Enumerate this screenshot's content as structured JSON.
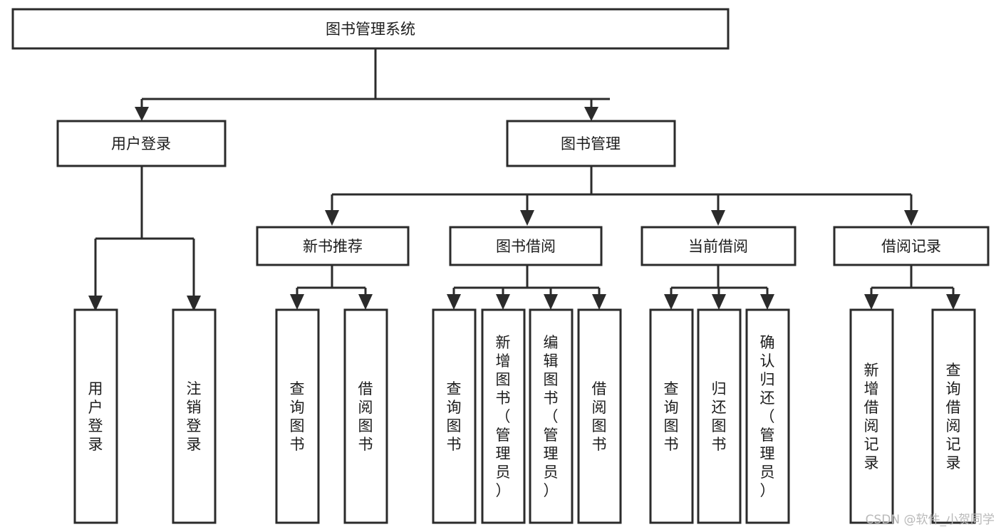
{
  "diagram": {
    "title": "图书管理系统",
    "type": "tree",
    "orientation": "top-down",
    "root": {
      "id": "root",
      "label": "图书管理系统",
      "level": 0,
      "text_direction": "horizontal"
    },
    "nodes": [
      {
        "id": "user-login",
        "label": "用户登录",
        "level": 1,
        "parent": "root",
        "text_direction": "horizontal",
        "children": [
          "user-login-leaf",
          "user-logout-leaf"
        ]
      },
      {
        "id": "book-manage",
        "label": "图书管理",
        "level": 1,
        "parent": "root",
        "text_direction": "horizontal",
        "children": [
          "new-book-rec",
          "book-borrow",
          "current-borrow",
          "borrow-record"
        ]
      },
      {
        "id": "new-book-rec",
        "label": "新书推荐",
        "level": 2,
        "parent": "book-manage",
        "text_direction": "horizontal",
        "children": [
          "nbr-query-book",
          "nbr-borrow-book"
        ]
      },
      {
        "id": "book-borrow",
        "label": "图书借阅",
        "level": 2,
        "parent": "book-manage",
        "text_direction": "horizontal",
        "children": [
          "bb-query-book",
          "bb-add-book",
          "bb-edit-book",
          "bb-borrow-book"
        ]
      },
      {
        "id": "current-borrow",
        "label": "当前借阅",
        "level": 2,
        "parent": "book-manage",
        "text_direction": "horizontal",
        "children": [
          "cb-query-book",
          "cb-return-book",
          "cb-confirm-return"
        ]
      },
      {
        "id": "borrow-record",
        "label": "借阅记录",
        "level": 2,
        "parent": "book-manage",
        "text_direction": "horizontal",
        "children": [
          "br-add-record",
          "br-query-record"
        ]
      },
      {
        "id": "user-login-leaf",
        "label": "用户登录",
        "level": 2,
        "parent": "user-login",
        "text_direction": "vertical"
      },
      {
        "id": "user-logout-leaf",
        "label": "注销登录",
        "level": 2,
        "parent": "user-login",
        "text_direction": "vertical"
      },
      {
        "id": "nbr-query-book",
        "label": "查询图书",
        "level": 3,
        "parent": "new-book-rec",
        "text_direction": "vertical"
      },
      {
        "id": "nbr-borrow-book",
        "label": "借阅图书",
        "level": 3,
        "parent": "new-book-rec",
        "text_direction": "vertical"
      },
      {
        "id": "bb-query-book",
        "label": "查询图书",
        "level": 3,
        "parent": "book-borrow",
        "text_direction": "vertical"
      },
      {
        "id": "bb-add-book",
        "label": "新增图书（管理员）",
        "level": 3,
        "parent": "book-borrow",
        "text_direction": "vertical"
      },
      {
        "id": "bb-edit-book",
        "label": "编辑图书（管理员）",
        "level": 3,
        "parent": "book-borrow",
        "text_direction": "vertical"
      },
      {
        "id": "bb-borrow-book",
        "label": "借阅图书",
        "level": 3,
        "parent": "book-borrow",
        "text_direction": "vertical"
      },
      {
        "id": "cb-query-book",
        "label": "查询图书",
        "level": 3,
        "parent": "current-borrow",
        "text_direction": "vertical"
      },
      {
        "id": "cb-return-book",
        "label": "归还图书",
        "level": 3,
        "parent": "current-borrow",
        "text_direction": "vertical"
      },
      {
        "id": "cb-confirm-return",
        "label": "确认归还（管理员）",
        "level": 3,
        "parent": "current-borrow",
        "text_direction": "vertical"
      },
      {
        "id": "br-add-record",
        "label": "新增借阅记录",
        "level": 3,
        "parent": "borrow-record",
        "text_direction": "vertical"
      },
      {
        "id": "br-query-record",
        "label": "查询借阅记录",
        "level": 3,
        "parent": "borrow-record",
        "text_direction": "vertical"
      }
    ]
  },
  "watermark": {
    "text": "CSDN @软件_小贺同学"
  },
  "colors": {
    "background": "#ffffff",
    "box_fill": "#ffffff",
    "box_stroke": "#2b2b2b",
    "text": "#1c1c1c",
    "watermark": "#b9b9b9"
  }
}
